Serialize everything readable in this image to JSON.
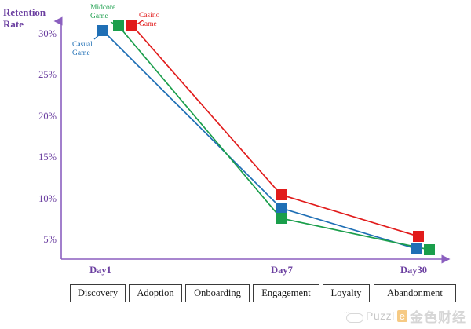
{
  "chart_data": {
    "type": "line",
    "title": "Retention Rate",
    "ylabel": "Retention Rate",
    "xlabel": "",
    "x": [
      "Day1",
      "Day7",
      "Day30"
    ],
    "categories": [
      "Day1",
      "Day7",
      "Day30"
    ],
    "ylim": [
      0,
      32
    ],
    "yticks": [
      30,
      25,
      20,
      15,
      10,
      5
    ],
    "ytick_labels": [
      "30%",
      "25%",
      "20%",
      "15%",
      "10%",
      "5%"
    ],
    "grid": false,
    "legend_position": "in-plot-annotations",
    "series": [
      {
        "name": "Casual Game",
        "color": "#1f6fb5",
        "values": [
          29.5,
          8.8,
          3.9
        ],
        "marker": "square"
      },
      {
        "name": "Midcore Game",
        "color": "#1a9e4b",
        "values": [
          30.6,
          7.7,
          3.8
        ],
        "marker": "square"
      },
      {
        "name": "Casino Game",
        "color": "#e11b1b",
        "values": [
          30.8,
          10.4,
          5.4
        ],
        "marker": "square"
      }
    ],
    "annotations": [
      {
        "text": "Casual Game",
        "color": "#1f6fb5"
      },
      {
        "text": "Midcore Game",
        "color": "#1a9e4b"
      },
      {
        "text": "Casino Game",
        "color": "#e11b1b"
      }
    ],
    "stages": [
      "Discovery",
      "Adoption",
      "Onboarding",
      "Engagement",
      "Loyalty",
      "Abandonment"
    ]
  },
  "axis": {
    "color": "#8b5fbf",
    "title": "Retention Rate"
  },
  "watermark": {
    "dots": "···",
    "brand": "Puzzl",
    "badge": "e",
    "cn": "金色财经"
  }
}
